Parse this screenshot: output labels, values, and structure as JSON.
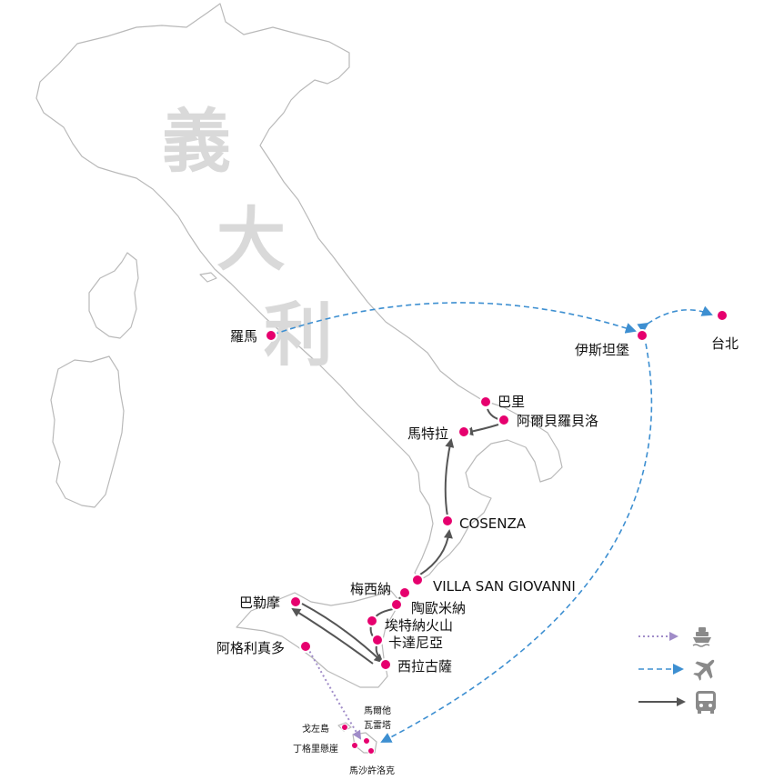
{
  "map": {
    "watermark": [
      "義",
      "大",
      "利"
    ],
    "cities": {
      "rome": "羅馬",
      "istanbul": "伊斯坦堡",
      "taipei": "台北",
      "bari": "巴里",
      "alberobello": "阿爾貝羅貝洛",
      "matera": "馬特拉",
      "cosenza": "COSENZA",
      "villa_san_giovanni": "VILLA SAN GIOVANNI",
      "messina": "梅西納",
      "taormina": "陶歐米納",
      "etna": "埃特納火山",
      "catania": "卡達尼亞",
      "siracusa": "西拉古薩",
      "palermo": "巴勒摩",
      "agrigento": "阿格利真多",
      "gozo": "戈左島",
      "dingli": "丁格里懸崖",
      "marsaxlokk": "馬沙許洛克",
      "valletta_line1": "馬爾他",
      "valletta_line2": "瓦雷塔"
    },
    "legend": {
      "ferry_icon": "ship-icon",
      "plane_icon": "airplane-icon",
      "bus_icon": "bus-icon"
    },
    "colors": {
      "city_dot": "#e6006e",
      "plane_route": "#3d8fd1",
      "bus_route": "#555555",
      "ferry_route": "#a08cc8"
    }
  }
}
